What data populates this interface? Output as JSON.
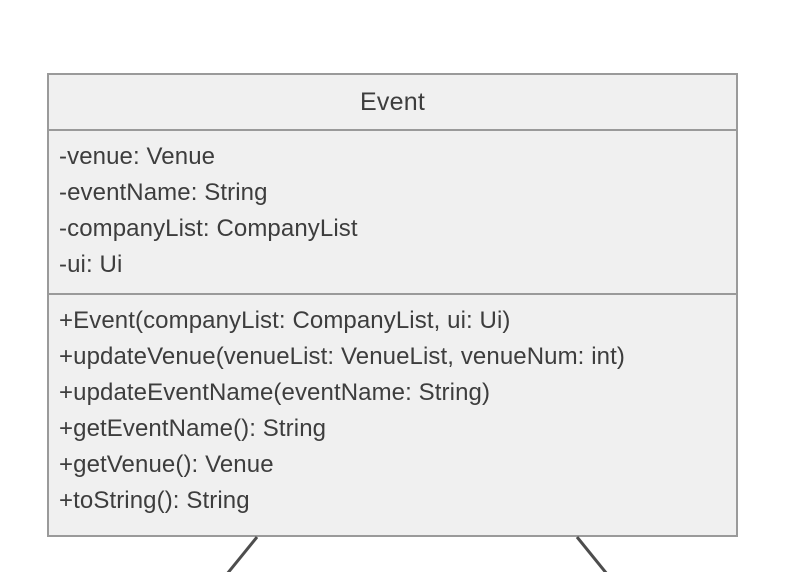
{
  "diagram": {
    "type": "uml-class-diagram",
    "classes": [
      {
        "name": "Event",
        "attributes": [
          "-venue: Venue",
          "-eventName: String",
          "-companyList: CompanyList",
          "-ui: Ui"
        ],
        "operations": [
          "+Event(companyList: CompanyList, ui: Ui)",
          "+updateVenue(venueList: VenueList, venueNum: int)",
          "+updateEventName(eventName: String)",
          "+getEventName(): String",
          "+getVenue(): Venue",
          "+toString(): String"
        ]
      }
    ],
    "associations": [
      {
        "name": "association-line-left"
      },
      {
        "name": "association-line-right"
      }
    ],
    "colors": {
      "fill": "#f0f0f0",
      "border": "#9a9a9a",
      "text": "#3d3d3d",
      "line": "#4d4d4d",
      "background": "#ffffff"
    }
  }
}
